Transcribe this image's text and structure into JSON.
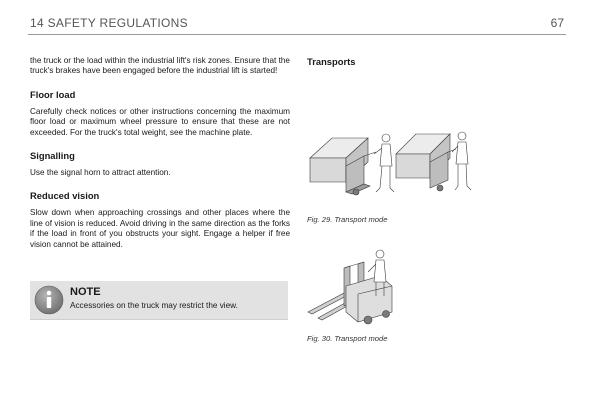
{
  "header": {
    "title": "14 SAFETY REGULATIONS",
    "page_number": "67"
  },
  "left_column": {
    "intro_paragraph": "the truck or the load within the industrial lift's risk zones. Ensure that the truck's brakes have been engaged before the industrial lift is started!",
    "sections": [
      {
        "heading": "Floor load",
        "text": "Carefully check notices or other instructions concerning the maximum floor load or maximum wheel pressure to ensure that these are not exceeded. For the truck's total weight, see the machine plate."
      },
      {
        "heading": "Signalling",
        "text": "Use the signal horn to attract attention."
      },
      {
        "heading": "Reduced vision",
        "text": "Slow down when approaching crossings and other places where the line of vision is reduced. Avoid driving in the same direction as the forks if the load in front of you obstructs your sight. Engage a helper if free vision cannot be attained."
      }
    ],
    "note": {
      "icon": "info-icon",
      "title": "NOTE",
      "text": "Accessories on the truck may restrict the view."
    }
  },
  "right_column": {
    "heading": "Transports",
    "figures": [
      {
        "caption": "Fig. 29. Transport mode"
      },
      {
        "caption": "Fig. 30. Transport mode"
      }
    ]
  }
}
